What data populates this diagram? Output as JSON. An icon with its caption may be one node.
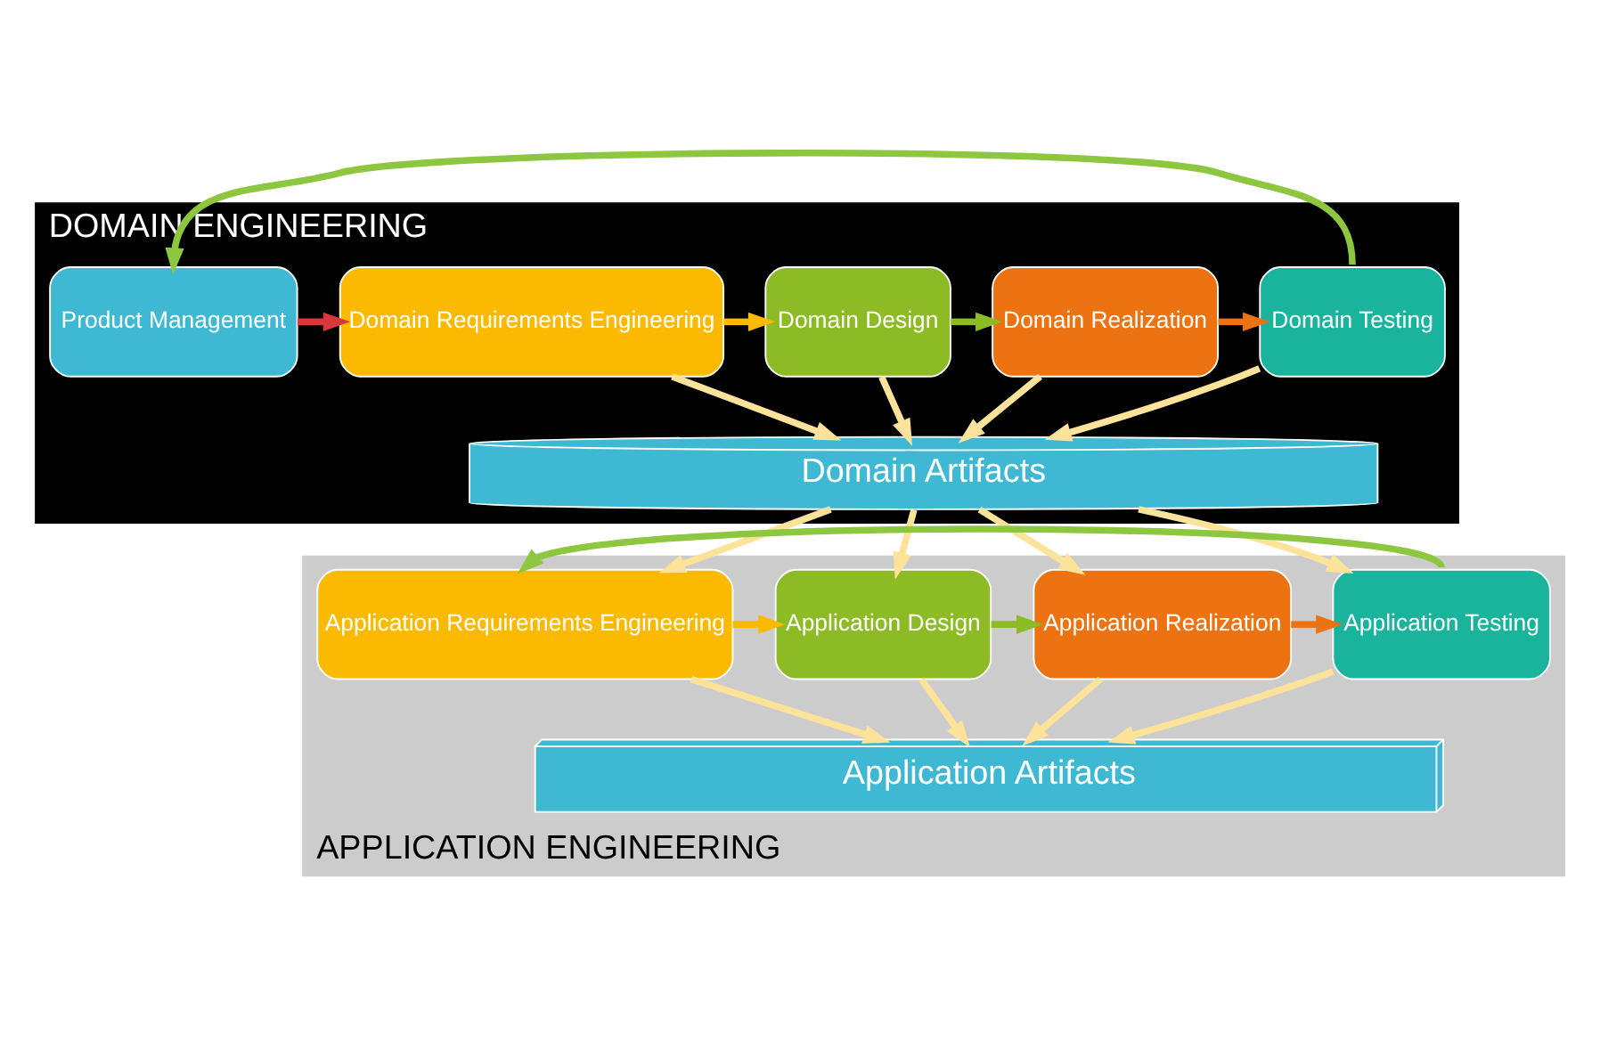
{
  "diagram": {
    "nodes": [
      {
        "text": [
          "DOMAIN ENGINEERING"
        ]
      },
      {
        "text": [
          "Product Management"
        ],
        "in": 0
      },
      {
        "text": [
          "Domain Requirements Engineering"
        ],
        "in": 0
      },
      {
        "text": [
          "Domain Design"
        ],
        "in": 0
      },
      {
        "text": [
          "Domain Realization"
        ],
        "in": 0
      },
      {
        "text": [
          "Domain Testing"
        ],
        "in": 0
      },
      {
        "text": [
          "Domain Artifacts"
        ],
        "in": 0
      },
      {
        "text": [
          "APPLICATION ENGINEERING"
        ]
      },
      {
        "text": [
          "Application Requirements Engineering"
        ],
        "in": 7
      },
      {
        "text": [
          "Application Design"
        ],
        "in": 7
      },
      {
        "text": [
          "Application Realization"
        ],
        "in": 7
      },
      {
        "text": [
          "Application Testing"
        ],
        "in": 7
      },
      {
        "text": [
          "Application Artifacts"
        ],
        "in": 7
      }
    ],
    "edges": [
      {
        "from": 5,
        "to": 1,
        "arrow": "to",
        "color": "#8dc63f"
      },
      {
        "from": 1,
        "to": 2,
        "arrow": "to",
        "color": "#d9383a"
      },
      {
        "from": 2,
        "to": 3,
        "arrow": "to",
        "color": "#fbb900"
      },
      {
        "from": 3,
        "to": 4,
        "arrow": "to",
        "color": "#8dbb25"
      },
      {
        "from": 4,
        "to": 5,
        "arrow": "to",
        "color": "#ed7211"
      },
      {
        "from": 2,
        "to": 6,
        "arrow": "to"
      },
      {
        "from": 3,
        "to": 6,
        "arrow": "to"
      },
      {
        "from": 4,
        "to": 6,
        "arrow": "to"
      },
      {
        "from": 5,
        "to": 6,
        "arrow": "to"
      },
      {
        "from": 6,
        "to": 8,
        "arrow": "to"
      },
      {
        "from": 6,
        "to": 9,
        "arrow": "to"
      },
      {
        "from": 6,
        "to": 10,
        "arrow": "to"
      },
      {
        "from": 6,
        "to": 11,
        "arrow": "to"
      },
      {
        "from": 11,
        "to": 8,
        "arrow": "to",
        "color": "#8dc63f"
      },
      {
        "from": 8,
        "to": 9,
        "arrow": "to",
        "color": "#fbb900"
      },
      {
        "from": 9,
        "to": 10,
        "arrow": "to",
        "color": "#8dbb25"
      },
      {
        "from": 10,
        "to": 11,
        "arrow": "to",
        "color": "#ed7211"
      },
      {
        "from": 8,
        "to": 12,
        "arrow": "to"
      },
      {
        "from": 9,
        "to": 12,
        "arrow": "to"
      },
      {
        "from": 10,
        "to": 12,
        "arrow": "to"
      },
      {
        "from": 11,
        "to": 12,
        "arrow": "to"
      }
    ]
  }
}
